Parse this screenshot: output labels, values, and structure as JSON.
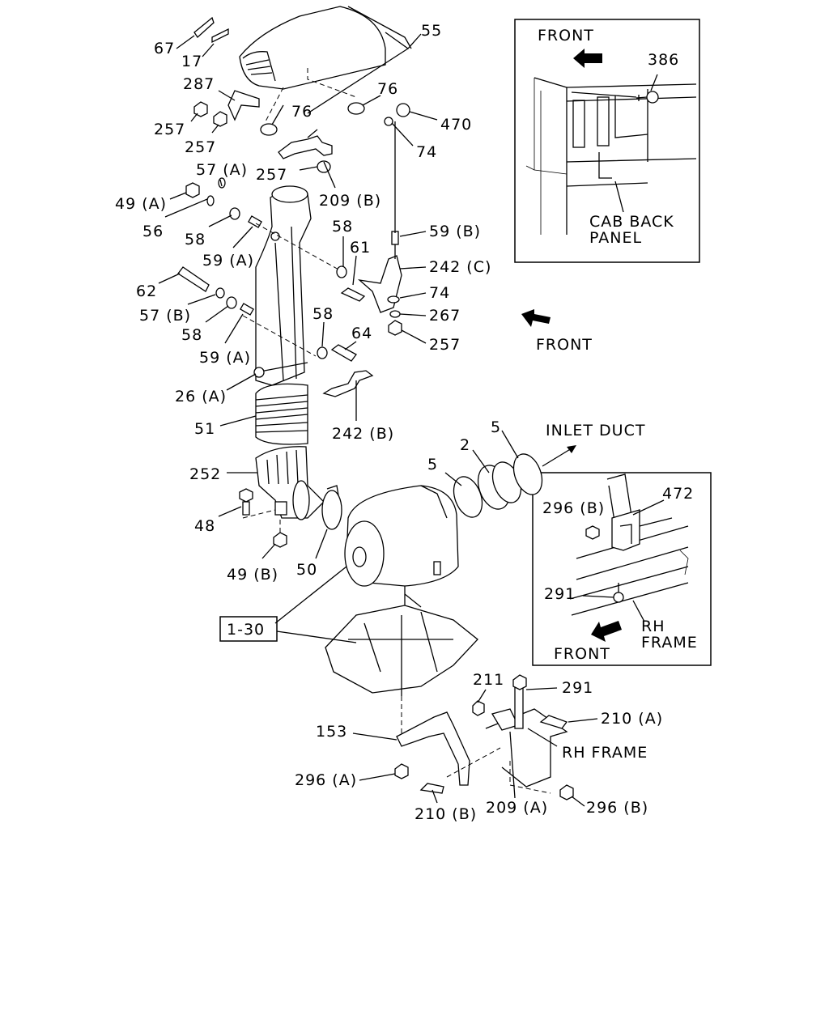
{
  "labels": {
    "p67": "67",
    "p17": "17",
    "p55": "55",
    "p287": "287",
    "p76a": "76",
    "p76b": "76",
    "p257a": "257",
    "p257b": "257",
    "p470": "470",
    "p74a": "74",
    "p57a": "57 (A)",
    "p257c": "257",
    "p49a": "49 (A)",
    "p209b": "209 (B)",
    "p56": "56",
    "p58a": "58",
    "p58b": "58",
    "p59b": "59 (B)",
    "p59a1": "59 (A)",
    "p61": "61",
    "p242c": "242 (C)",
    "p62": "62",
    "p74b": "74",
    "p57b": "57 (B)",
    "p267": "267",
    "p58c": "58",
    "p58d": "58",
    "p64": "64",
    "p257d": "257",
    "p59a2": "59 (A)",
    "p26a": "26 (A)",
    "p51": "51",
    "p242b": "242 (B)",
    "p5a": "5",
    "p2": "2",
    "p5b": "5",
    "p252": "252",
    "p48": "48",
    "p49b": "49 (B)",
    "p50": "50",
    "p130": "1-30",
    "p211": "211",
    "p291b": "291",
    "p210a": "210 (A)",
    "p153": "153",
    "p296a": "296 (A)",
    "p210b": "210 (B)",
    "p209a": "209 (A)",
    "p296b2": "296 (B)"
  },
  "annotations": {
    "front_mid": "FRONT",
    "inlet_duct": "INLET DUCT",
    "rh_frame_main": "RH FRAME"
  },
  "inset_cab": {
    "front": "FRONT",
    "part_386": "386",
    "cab_back": "CAB BACK",
    "panel": "PANEL"
  },
  "inset_frame": {
    "part_296b": "296 (B)",
    "part_472": "472",
    "part_291": "291",
    "rh": "RH",
    "frame": "FRAME",
    "front": "FRONT"
  }
}
